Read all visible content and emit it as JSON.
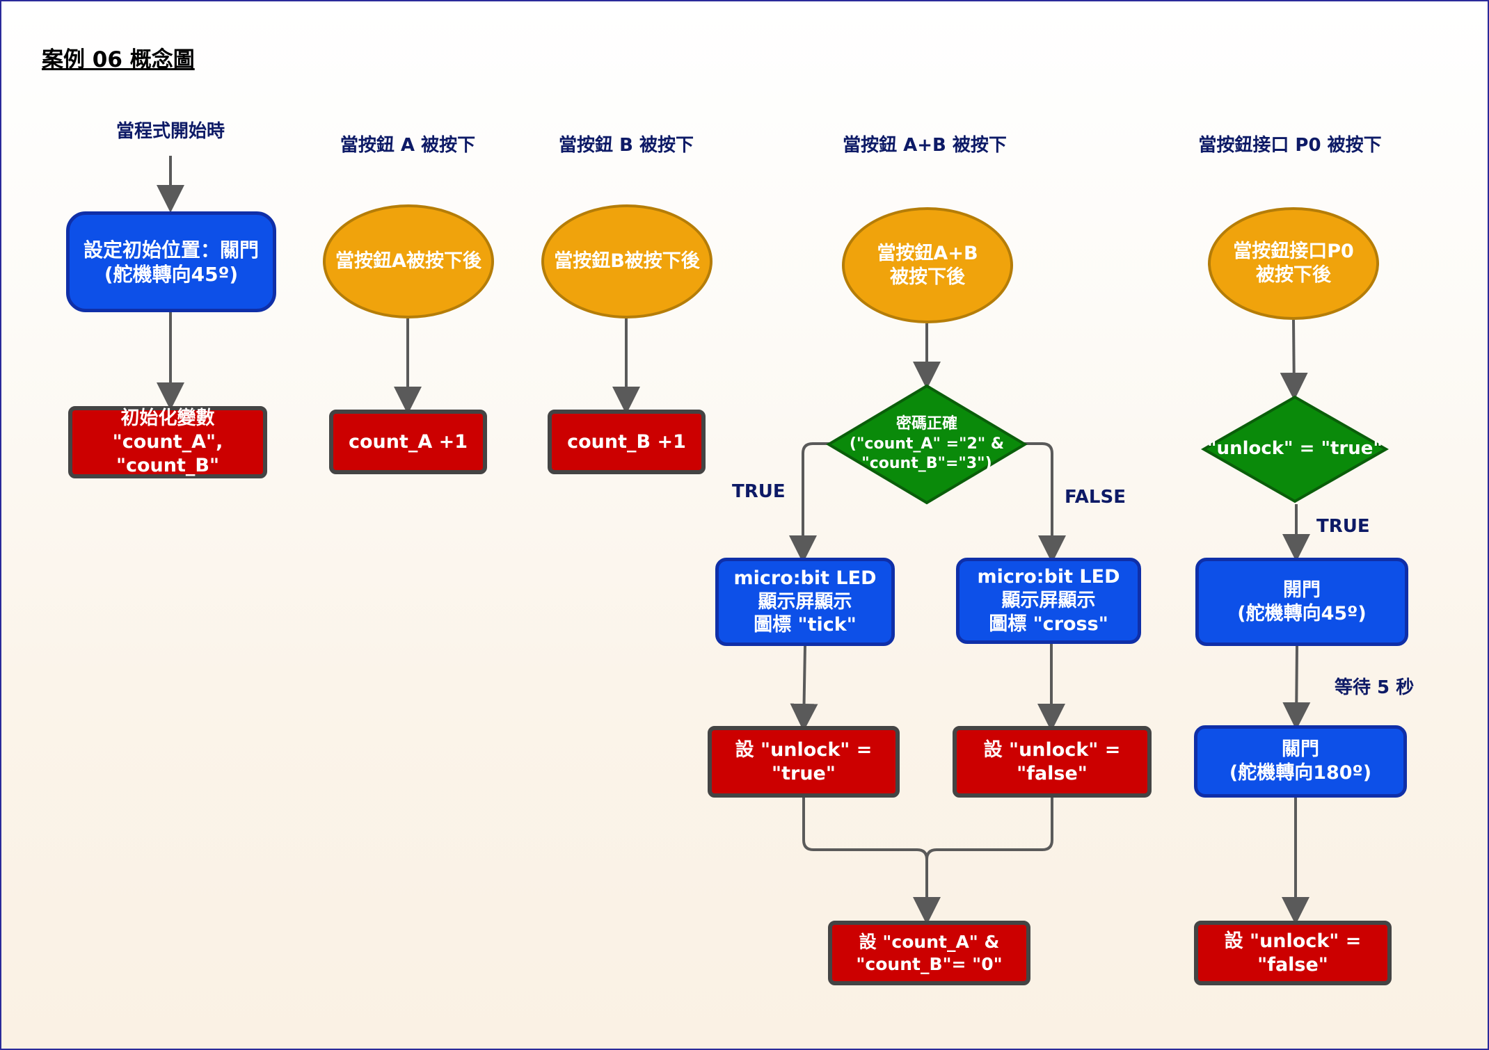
{
  "title": "案例 06 概念圖",
  "colors": {
    "blue_fill": "#0d50e8",
    "red_fill": "#cc0000",
    "orange_fill": "#f0a30c",
    "green_fill": "#0a8a0a",
    "edge": "#5a5a5a",
    "label": "#0d1a66"
  },
  "events": {
    "start": "當程式開始時",
    "button_a": "當按鈕 A 被按下",
    "button_b": "當按鈕 B 被按下",
    "button_ab": "當按鈕 A+B 被按下",
    "pin_p0": "當按鈕接口 P0 被按下"
  },
  "nodes": {
    "start_init_pos": "設定初始位置：關門\n(舵機轉向45º)",
    "start_init_vars": "初始化變數\n\"count_A\", \"count_B\"",
    "a_trigger": "當按鈕A被按下後",
    "a_increment": "count_A +1",
    "b_trigger": "當按鈕B被按下後",
    "b_increment": "count_B +1",
    "ab_trigger": "當按鈕A+B\n被按下後",
    "ab_check": "密碼正確\n(\"count_A\" =\"2\" &\n\"count_B\"=\"3\")",
    "ab_show_tick": "micro:bit LED\n顯示屏顯示\n圖標 \"tick\"",
    "ab_show_cross": "micro:bit LED\n顯示屏顯示\n圖標 \"cross\"",
    "ab_set_true": "設 \"unlock\" = \"true\"",
    "ab_set_false": "設 \"unlock\" = \"false\"",
    "ab_reset": "設 \"count_A\" &\n\"count_B\"= \"0\"",
    "p0_trigger": "當按鈕接口P0\n被按下後",
    "p0_check": "\"unlock\" = \"true\"",
    "p0_open": "開門\n(舵機轉向45º)",
    "p0_close": "關門\n(舵機轉向180º)",
    "p0_set_false": "設 \"unlock\" = \"false\""
  },
  "edge_labels": {
    "ab_true": "TRUE",
    "ab_false": "FALSE",
    "p0_true": "TRUE",
    "p0_wait": "等待 5 秒"
  }
}
